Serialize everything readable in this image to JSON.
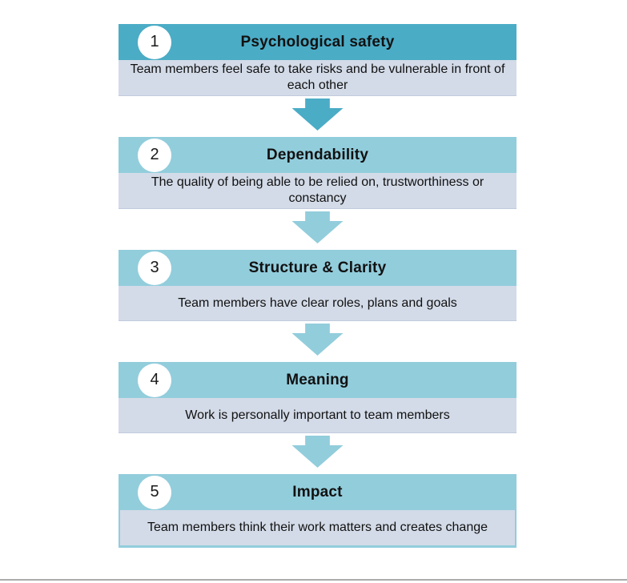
{
  "page": {
    "background_color": "#ffffff",
    "bottom_divider_color": "#ababab"
  },
  "colors": {
    "teal": "#4bacc6",
    "light_blue": "#92cdDC",
    "body_background": "#d3dbe8"
  },
  "sections": [
    {
      "number": "1",
      "title": "Psychological safety",
      "description": "Team members feel safe to take risks and be vulnerable in front of each other",
      "header_color": "#4bacc6",
      "body_color": "#d3dbe8",
      "arrow_color": "#4bacc6"
    },
    {
      "number": "2",
      "title": "Dependability",
      "description": "The quality of being able to be relied on, trustworthiness or constancy",
      "header_color": "#92cddc",
      "body_color": "#d3dbe8",
      "arrow_color": "#92cddc"
    },
    {
      "number": "3",
      "title": "Structure & Clarity",
      "description": "Team members have clear roles, plans and goals",
      "header_color": "#92cddc",
      "body_color": "#d3dbe8",
      "arrow_color": "#92cddc"
    },
    {
      "number": "4",
      "title": "Meaning",
      "description": "Work is personally important to team members",
      "header_color": "#92cddc",
      "body_color": "#d3dbe8",
      "arrow_color": "#92cddc"
    },
    {
      "number": "5",
      "title": "Impact",
      "description": "Team members think their work matters and creates change",
      "header_color": "#92cddc",
      "body_color": "#d3dbe8",
      "arrow_color": null
    }
  ]
}
